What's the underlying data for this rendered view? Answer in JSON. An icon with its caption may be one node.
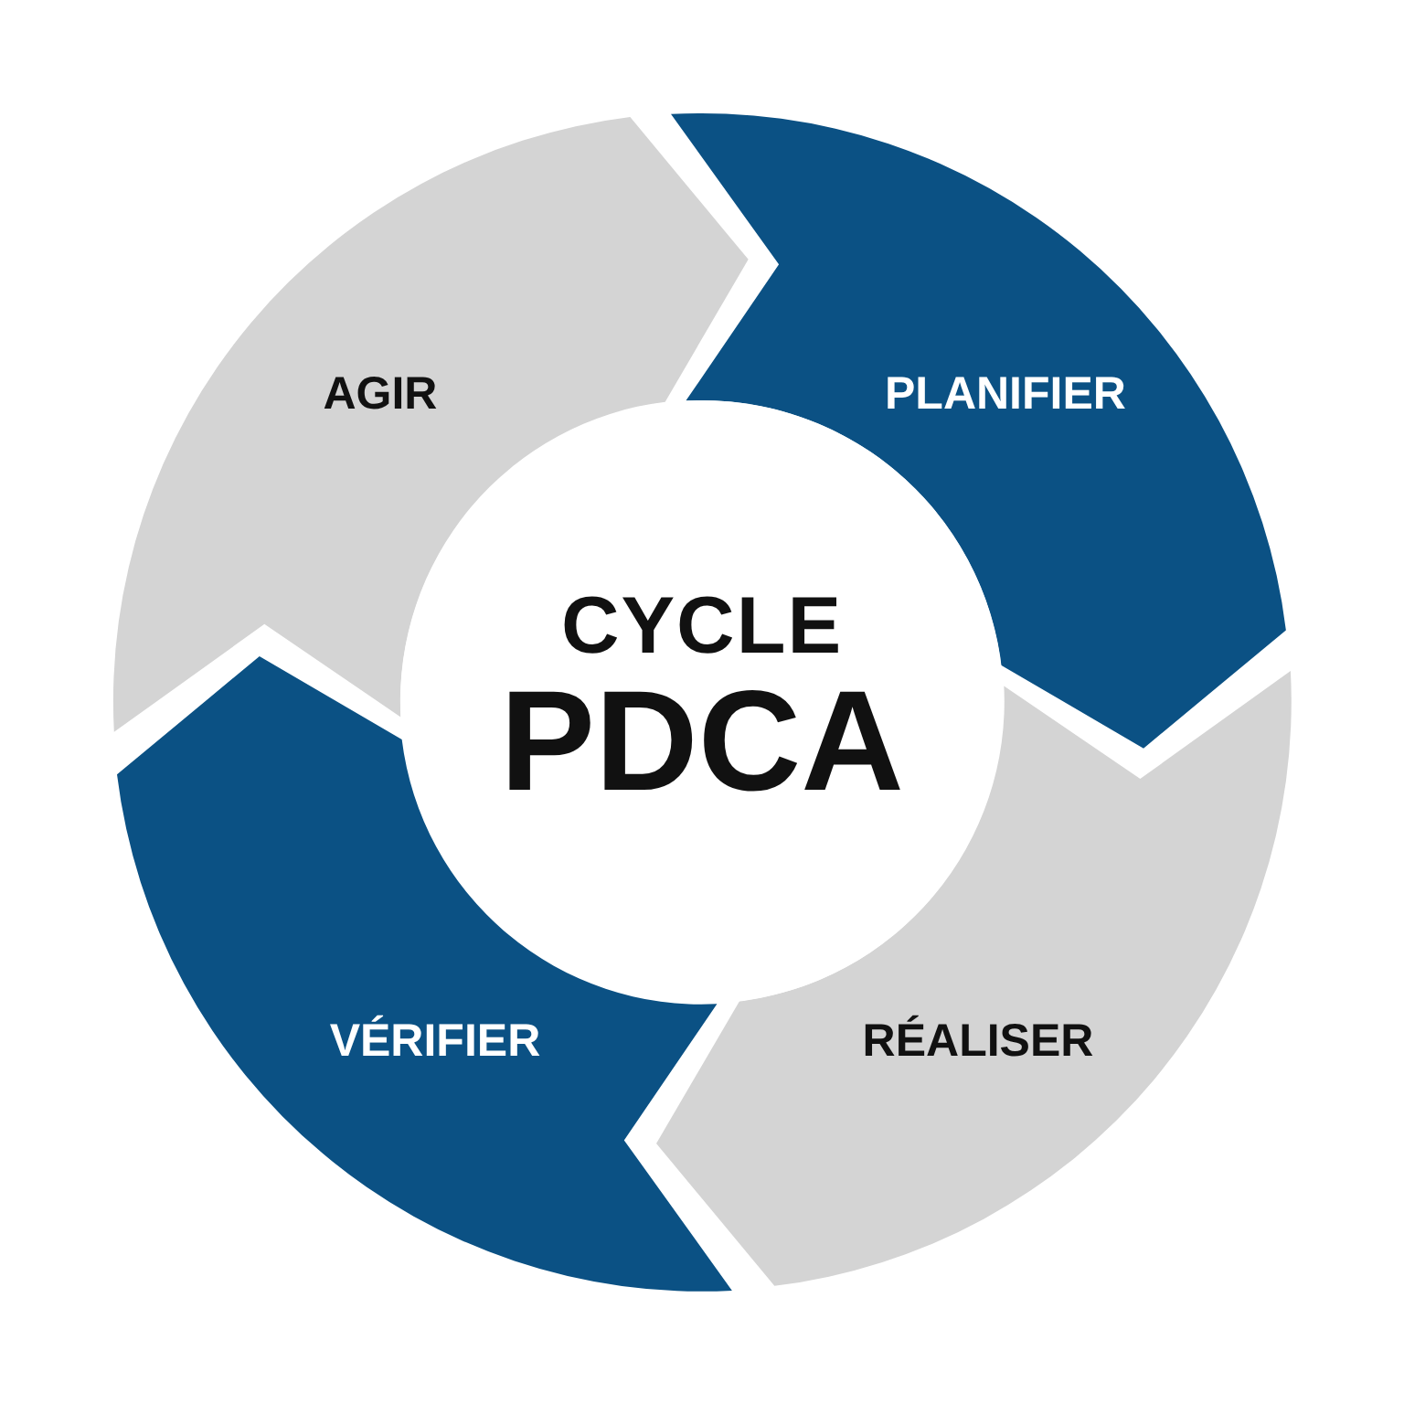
{
  "diagram": {
    "nodes": [
      {
        "text": [
          "CYCLE",
          "PDCA"
        ]
      },
      {
        "text": [
          "PLANIFIER"
        ]
      },
      {
        "text": [
          "RÉALISER"
        ]
      },
      {
        "text": [
          "VÉRIFIER"
        ]
      },
      {
        "text": [
          "AGIR"
        ]
      }
    ]
  }
}
